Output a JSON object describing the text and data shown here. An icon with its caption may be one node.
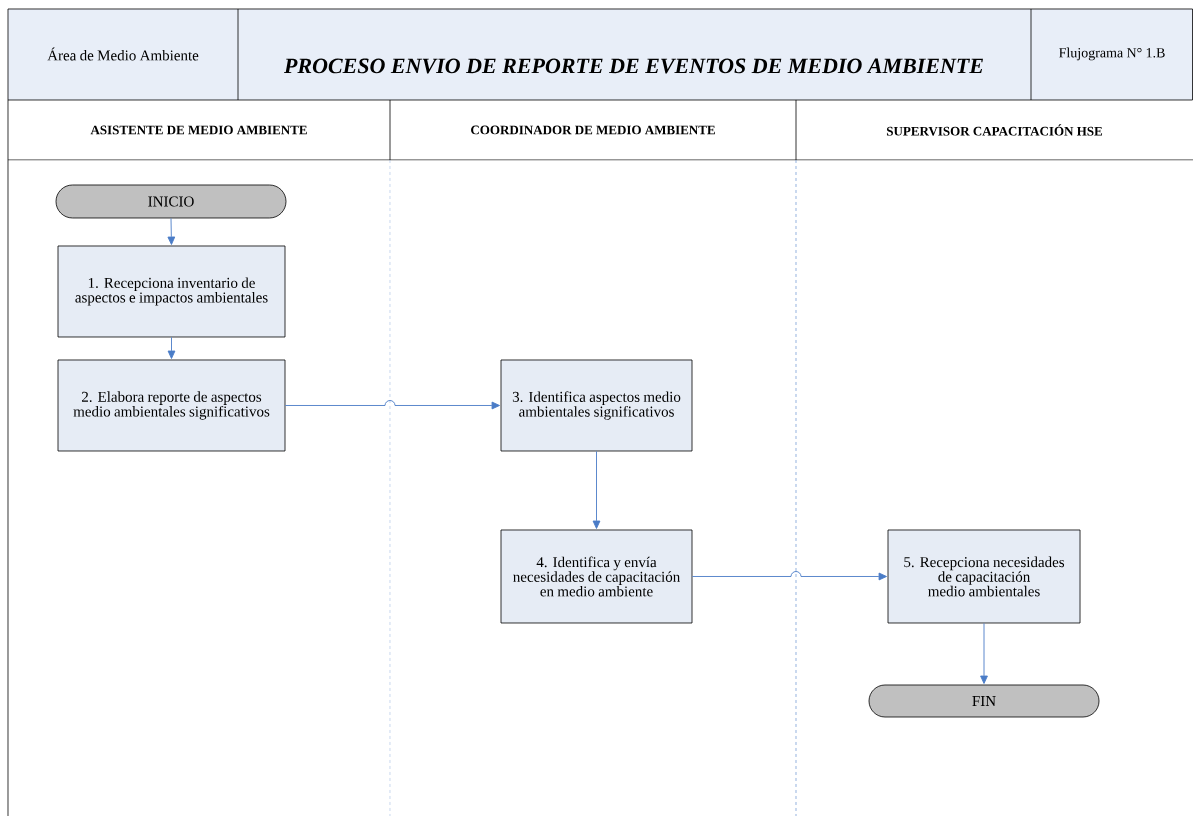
{
  "diagram": {
    "title": "PROCESO ENVIO DE REPORTE DE EVENTOS DE MEDIO AMBIENTE",
    "nodes": [
      {
        "text": [
          "INICIO"
        ]
      },
      {
        "text": [
          "1. Recepciona inventario de aspectos  e impactos ambientales"
        ]
      },
      {
        "text": [
          "2. Elabora reporte de aspectos medio ambientales significativos"
        ]
      },
      {
        "text": [
          "3. Identifica aspectos medio ambientales significativos"
        ]
      },
      {
        "text": [
          "4. Identifica y envía necesidades de capacitación en medio ambiente"
        ]
      },
      {
        "text": [
          "5. Recepciona necesidades de capacitación medio ambientales"
        ]
      },
      {
        "text": [
          "FIN"
        ]
      }
    ],
    "edges": [
      {
        "from": 0,
        "to": 1,
        "arrow": "to"
      },
      {
        "from": 1,
        "to": 2,
        "arrow": "to"
      },
      {
        "from": 2,
        "to": 3,
        "arrow": "to"
      },
      {
        "from": 3,
        "to": 4,
        "arrow": "to"
      },
      {
        "from": 4,
        "to": 5,
        "arrow": "to"
      },
      {
        "from": 5,
        "to": 6,
        "arrow": "to"
      }
    ],
    "labels": [
      "Área de Medio Ambiente",
      "Flujograma N° 1.B",
      "ASISTENTE DE MEDIO AMBIENTE",
      "COORDINADOR DE MEDIO AMBIENTE",
      "SUPERVISOR CAPACITACIÓN HSE"
    ]
  }
}
